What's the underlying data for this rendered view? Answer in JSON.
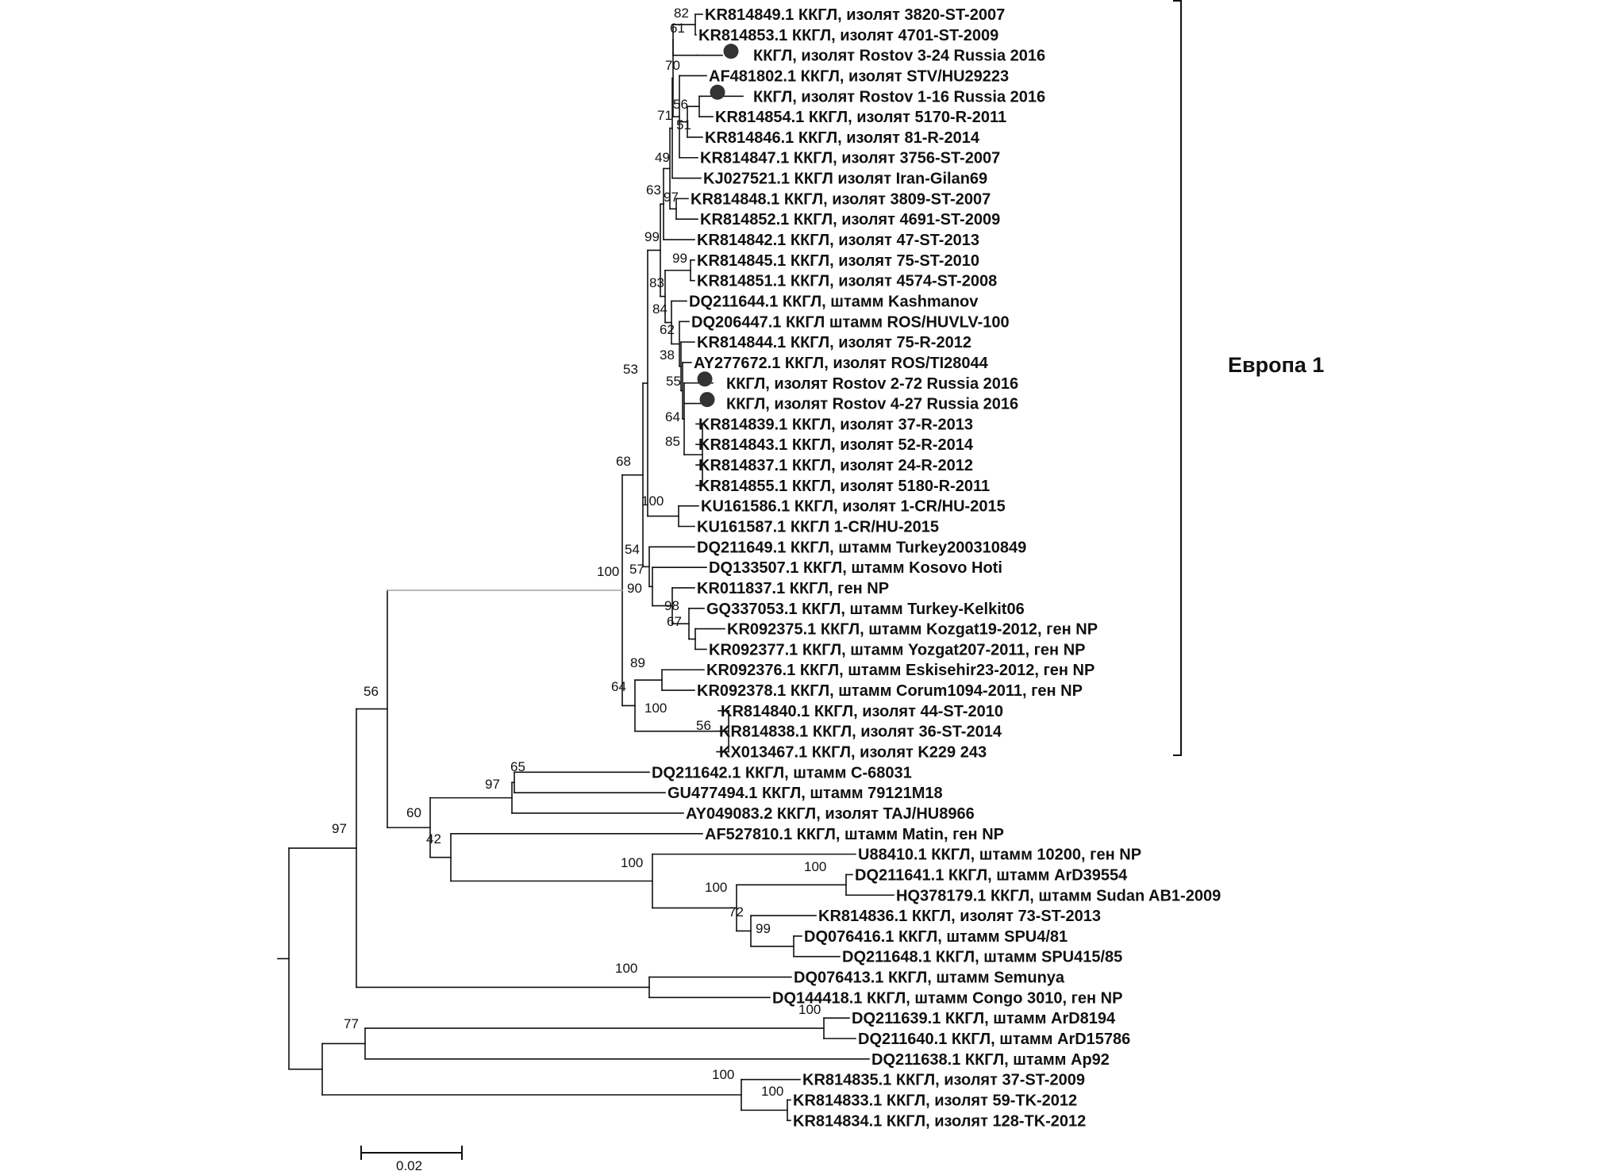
{
  "leaves": [
    "KR814849.1   ККГЛ, изолят 3820-ST-2007",
    "KR814853.1 ККГЛ,  изолят  4701-ST-2009",
    "ККГЛ, изолят Rostov 3-24 Russia 2016",
    "AF481802.1 ККГЛ, изолят STV/HU29223",
    "ККГЛ, изолят Rostov 1-16 Russia 2016",
    "KR814854.1 ККГЛ, изолят 5170-R-2011",
    "KR814846.1 ККГЛ, изолят 81-R-2014",
    "KR814847.1 ККГЛ, изолят 3756-ST-2007",
    "KJ027521.1 ККГЛ изолят  Iran-Gilan69",
    "KR814848.1 ККГЛ, изолят 3809-ST-2007",
    "KR814852.1 ККГЛ, изолят 4691-ST-2009",
    "KR814842.1 ККГЛ, изолят 47-ST-2013",
    "KR814845.1 ККГЛ, изолят  75-ST-2010",
    "KR814851.1 ККГЛ, изолят 4574-ST-2008",
    "DQ211644.1 ККГЛ, штамм Kashmanov",
    "DQ206447.1 ККГЛ штамм  ROS/HUVLV-100",
    "KR814844.1 ККГЛ, изолят 75-R-2012",
    "AY277672.1 ККГЛ, изолят  ROS/TI28044",
    "ККГЛ, изолят Rostov 2-72 Russia 2016",
    "ККГЛ, изолят Rostov 4-27 Russia 2016",
    "KR814839.1 ККГЛ, изолят 37-R-2013",
    "KR814843.1 ККГЛ, изолят 52-R-2014",
    "KR814837.1 ККГЛ, изолят 24-R-2012",
    "KR814855.1 ККГЛ, изолят 5180-R-2011",
    "KU161586.1 ККГЛ, изолят 1-CR/HU-2015",
    "KU161587.1 ККГЛ 1-CR/HU-2015",
    "DQ211649.1 ККГЛ, штамм Turkey200310849",
    "DQ133507.1 ККГЛ, штамм  Kosovo Hoti",
    "KR011837.1 ККГЛ, ген NP",
    "GQ337053.1 ККГЛ, штамм Turkey-Kelkit06",
    "KR092375.1 ККГЛ,  штамм Kozgat19-2012, ген NP",
    "KR092377.1 ККГЛ, штамм  Yozgat207-2011, ген NP",
    "KR092376.1 ККГЛ,  штамм  Eskisehir23-2012, ген NP",
    "KR092378.1 ККГЛ, штамм  Corum1094-2011, ген NP",
    "KR814840.1 ККГЛ, изолят 44-ST-2010",
    "KR814838.1 ККГЛ, изолят 36-ST-2014",
    "KX013467.1 ККГЛ, изолят K229 243",
    "DQ211642.1 ККГЛ, штамм  C-68031",
    "GU477494.1 ККГЛ, штамм  79121M18",
    "AY049083.2 ККГЛ, изолят  TAJ/HU8966",
    "AF527810.1 ККГЛ, штамм  Matin, ген NP",
    "U88410.1 ККГЛ, штамм 10200, ген NP",
    "DQ211641.1 ККГЛ, штамм  ArD39554",
    "HQ378179.1 ККГЛ, штамм  Sudan AB1-2009",
    "KR814836.1 ККГЛ, изолят  73-ST-2013",
    "DQ076416.1 ККГЛ, штамм SPU4/81",
    "DQ211648.1 ККГЛ, штамм  SPU415/85",
    "DQ076413.1 ККГЛ, штамм Semunya",
    "DQ144418.1 ККГЛ, штамм  Congo 3010, ген NP",
    "DQ211639.1 ККГЛ, штамм ArD8194",
    "DQ211640.1 ККГЛ, штамм ArD15786",
    "DQ211638.1 ККГЛ, штамм  Ap92",
    "KR814835.1 ККГЛ, изолят  37-ST-2009",
    "KR814833.1 ККГЛ, изолят  59-TK-2012",
    "KR814834.1 ККГЛ, изолят 128-TK-2012"
  ],
  "bootstrap": [
    "82",
    "61",
    "70",
    "56",
    "71",
    "51",
    "49",
    "63",
    "97",
    "99",
    "99",
    "83",
    "84",
    "62",
    "38",
    "55",
    "64",
    "85",
    "53",
    "68",
    "100",
    "54",
    "57",
    "100",
    "90",
    "98",
    "67",
    "89",
    "64",
    "100",
    "56",
    "65",
    "97",
    "60",
    "42",
    "100",
    "100",
    "100",
    "72",
    "99",
    "97",
    "56",
    "100",
    "100",
    "77",
    "100",
    "100"
  ],
  "clade": {
    "label": "Европа 1"
  },
  "scale": {
    "label": "0.02"
  },
  "colors": {
    "line": "#111111",
    "grey_branch": "#aaaaaa",
    "marker": "#333333"
  }
}
